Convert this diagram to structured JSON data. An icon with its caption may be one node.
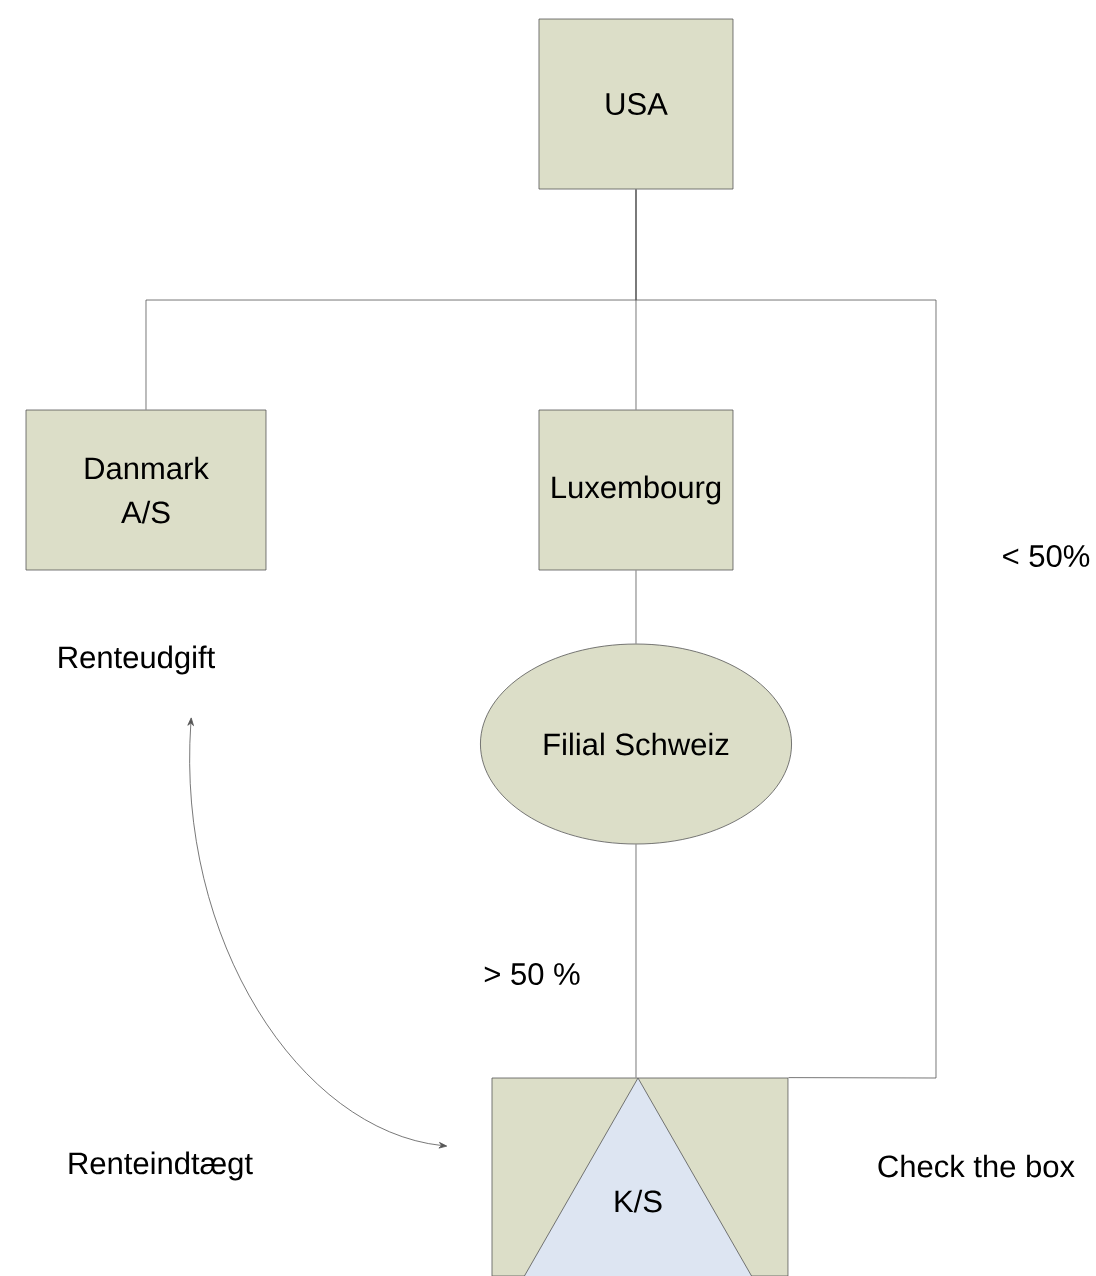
{
  "diagram": {
    "nodes": [
      {
        "text": [
          "USA"
        ]
      },
      {
        "text": [
          "Danmark A/S"
        ]
      },
      {
        "text": [
          "Luxembourg"
        ]
      },
      {
        "text": [
          "Filial Schweiz"
        ]
      },
      {
        "text": [
          "K/S"
        ]
      },
      {
        "text": [
          "Renteudgift"
        ]
      }
    ],
    "edges": [
      {
        "from": 0,
        "to": 1,
        "arrow": "none"
      },
      {
        "from": 0,
        "to": 2,
        "arrow": "none"
      },
      {
        "from": 0,
        "to": 4,
        "arrow": "none",
        "label": "< 50%"
      },
      {
        "from": 2,
        "to": 3,
        "arrow": "none"
      },
      {
        "from": 3,
        "to": 4,
        "arrow": "none",
        "label": "> 50 %"
      },
      {
        "from": 5,
        "to": 4,
        "arrow": "both"
      }
    ],
    "labels": [
      "Renteindtægt",
      "Check the box"
    ]
  }
}
